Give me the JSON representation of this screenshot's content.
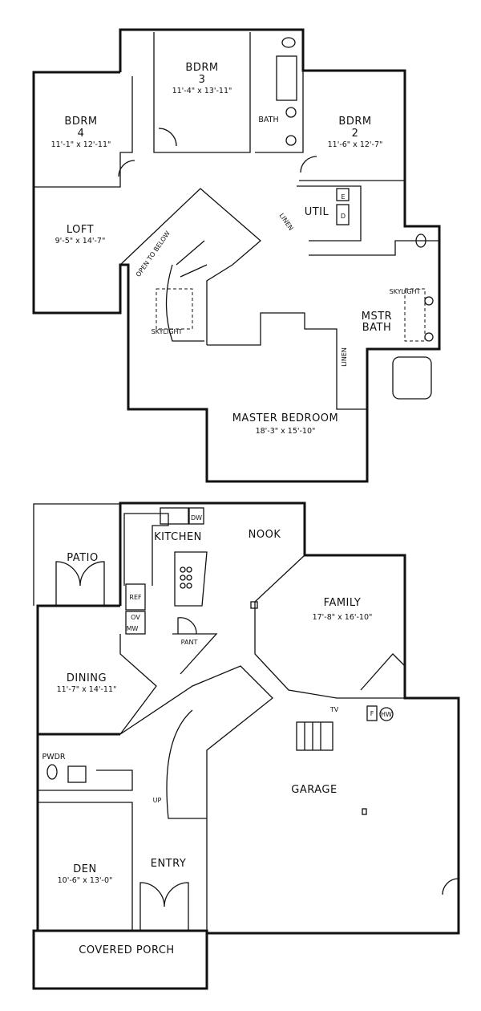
{
  "upper_floor": {
    "rooms": [
      {
        "name": "BDRM",
        "number": "3",
        "size": "11'-4\" x 13'-11\""
      },
      {
        "name": "BDRM",
        "number": "4",
        "size": "11'-1\" x 12'-11\""
      },
      {
        "name": "BDRM",
        "number": "2",
        "size": "11'-6\" x 12'-7\""
      },
      {
        "name": "LOFT",
        "size": "9'-5\" x 14'-7\""
      },
      {
        "name": "MASTER BEDROOM",
        "size": "18'-3\" x 15'-10\""
      }
    ],
    "labels": {
      "bath": "BATH",
      "util": "UTIL",
      "linen1": "LINEN",
      "linen2": "LINEN",
      "open_to_below": "OPEN TO BELOW",
      "skylight1": "SKYLIGHT",
      "skylight2": "SKYLIGHT",
      "mstr_bath_1": "MSTR",
      "mstr_bath_2": "BATH",
      "e": "E",
      "d": "D"
    }
  },
  "lower_floor": {
    "rooms": [
      {
        "name": "KITCHEN"
      },
      {
        "name": "NOOK"
      },
      {
        "name": "PATIO"
      },
      {
        "name": "FAMILY",
        "size": "17'-8\" x 16'-10\""
      },
      {
        "name": "DINING",
        "size": "11'-7\" x 14'-11\""
      },
      {
        "name": "GARAGE"
      },
      {
        "name": "PWDR"
      },
      {
        "name": "DEN",
        "size": "10'-6\" x 13'-0\""
      },
      {
        "name": "ENTRY"
      },
      {
        "name": "COVERED PORCH"
      }
    ],
    "labels": {
      "dw": "DW",
      "ref": "REF",
      "ov": "OV",
      "mw": "MW",
      "pant": "PANT",
      "tv": "TV",
      "f": "F",
      "hw": "HW",
      "up": "UP"
    }
  }
}
